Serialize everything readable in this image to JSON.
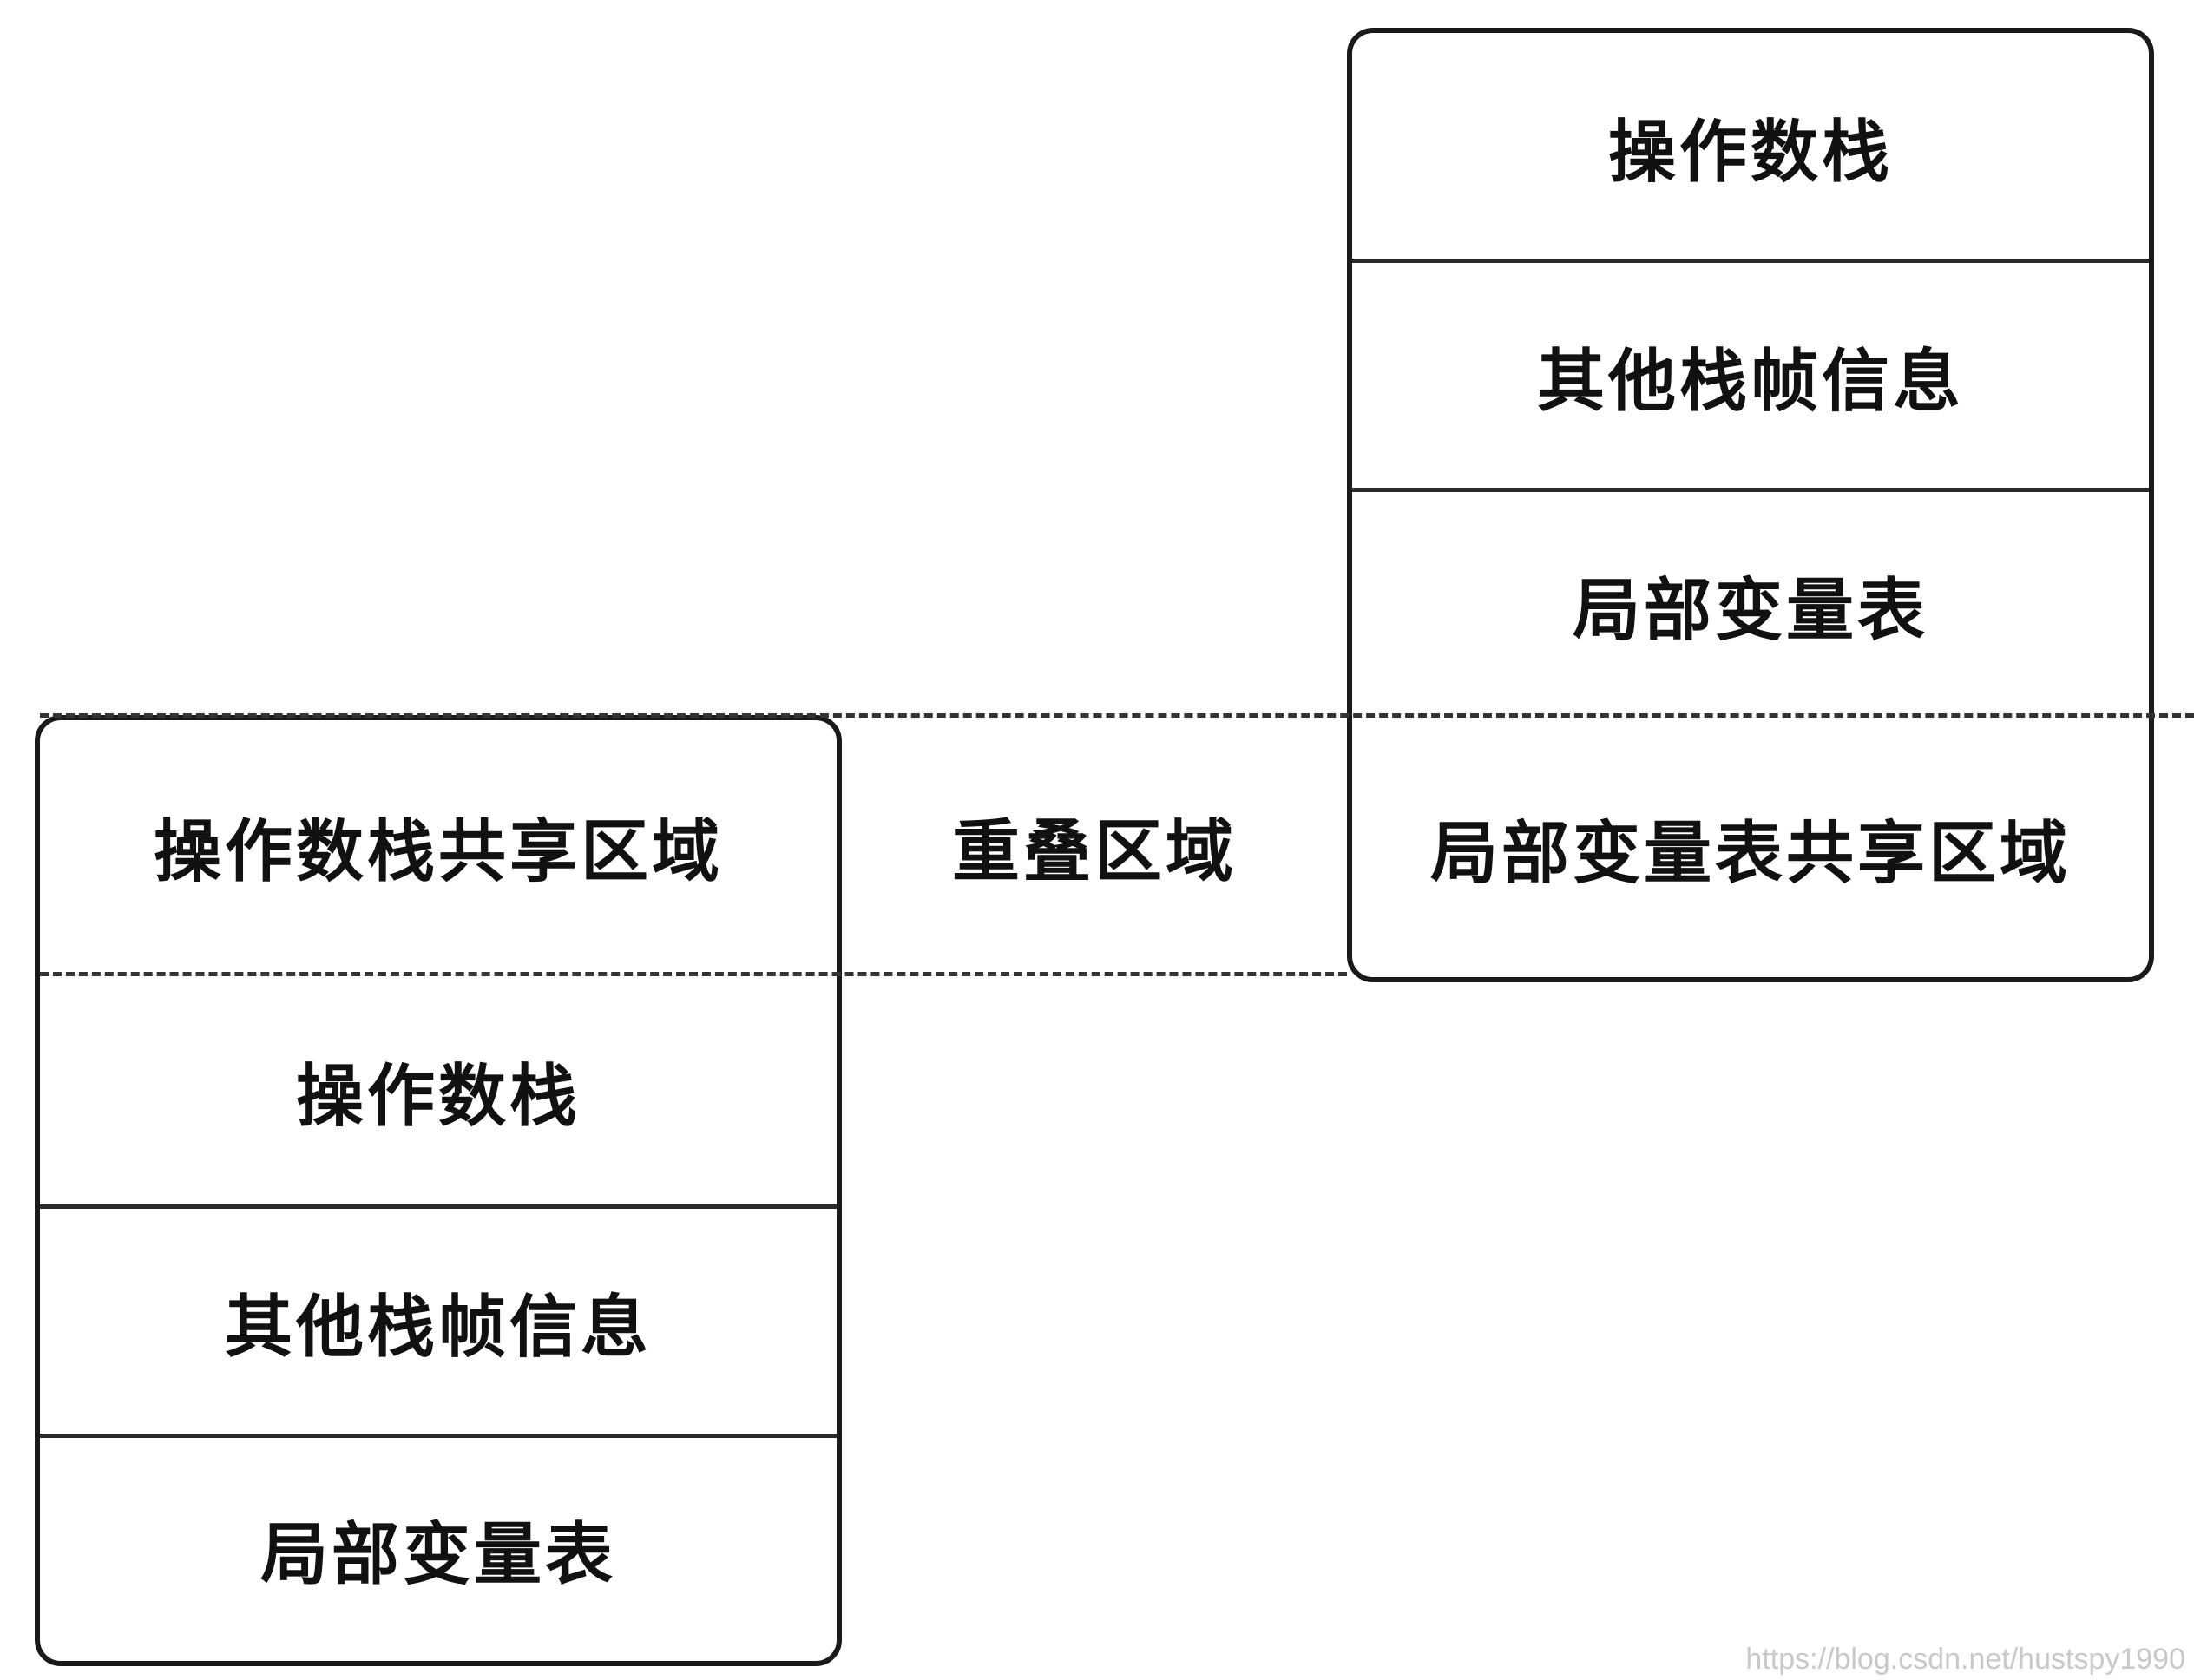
{
  "upper_frame": {
    "rows": [
      {
        "label": "操作数栈"
      },
      {
        "label": "其他栈帧信息"
      },
      {
        "label": "局部变量表"
      },
      {
        "label": "局部变量表共享区域"
      }
    ]
  },
  "lower_frame": {
    "rows": [
      {
        "label": "操作数栈共享区域"
      },
      {
        "label": "操作数栈"
      },
      {
        "label": "其他栈帧信息"
      },
      {
        "label": "局部变量表"
      }
    ]
  },
  "overlap_label": "重叠区域",
  "watermark": "https://blog.csdn.net/hustspy1990"
}
